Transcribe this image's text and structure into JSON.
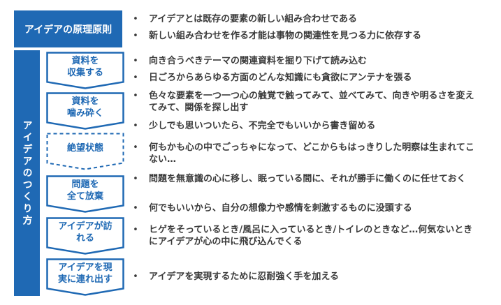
{
  "header": {
    "label": "アイデアの原理原則"
  },
  "side": {
    "label": "アイデアのつくり方"
  },
  "principles": [
    "アイデアとは既存の要素の新しい組み合わせである",
    "新しい組み合わせを作る才能は事物の関連性を見つる力に依存する"
  ],
  "steps": [
    {
      "label": "資料を\n収集する",
      "style": "solid",
      "bullets": [
        "向き合うべきテーマの関連資料を掘り下げて読み込む",
        "日ごろからあらゆる方面のどんな知識にも貪欲にアンテナを張る"
      ]
    },
    {
      "label": "資料を\n噛み砕く",
      "style": "solid",
      "bullets": [
        "色々な要素を一つ一つ心の触覚で触ってみて、並べてみて、向きや明るさを変えてみて、関係を探し出す",
        "少しでも思いついたら、不完全でもいいから書き留める"
      ]
    },
    {
      "label": "絶望状態",
      "style": "dashed",
      "bullets": [
        "何もかも心の中でごっちゃになって、どこからもはっきりした明察は生まれてこない…"
      ]
    },
    {
      "label": "問題を\n全て放棄",
      "style": "solid",
      "bullets": [
        "問題を無意識の心に移し、眠っている間に、それが勝手に働くのに任せておく",
        "何でもいいから、自分の想像力や感情を刺激するものに没頭する"
      ]
    },
    {
      "label": "アイデアが訪\nれる",
      "style": "solid",
      "bullets": [
        "ヒゲをそっているとき/風呂に入っているとき/トイレのときなど…何気ないときにアイデアが心の中に飛び込んでくる"
      ]
    },
    {
      "label": "アイデアを現\n実に連れ出す",
      "style": "solid",
      "bullets": [
        "アイデアを実現するために忍耐強く手を加える"
      ]
    }
  ],
  "colors": {
    "accent": "#1f69b4",
    "text": "#3a3a3a"
  },
  "bullet_symbol": "•"
}
